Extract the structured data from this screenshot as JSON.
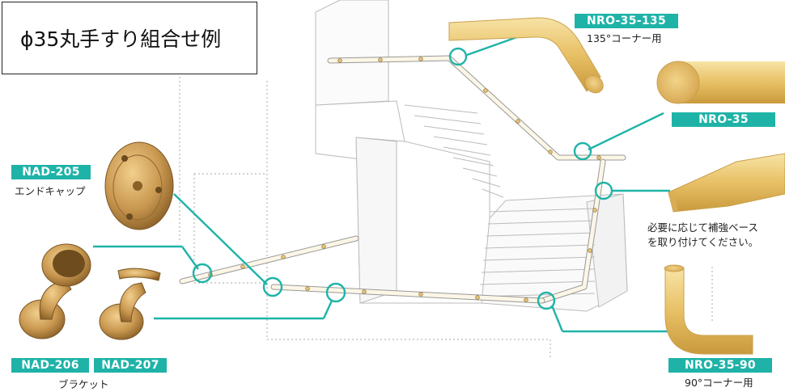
{
  "title": "ϕ35丸手すり組合せ例",
  "parts": {
    "nro35_135": {
      "code": "NRO-35-135",
      "desc": "135°コーナー用"
    },
    "nro35": {
      "code": "NRO-35"
    },
    "base_note": {
      "line1": "必要に応じて補強ベース",
      "line2": "を取り付けてください。"
    },
    "nro35_90": {
      "code": "NRO-35-90",
      "desc": "90°コーナー用"
    },
    "nad205": {
      "code": "NAD-205",
      "desc": "エンドキャップ"
    },
    "nad206": {
      "code": "NAD-206"
    },
    "nad207": {
      "code": "NAD-207"
    },
    "bracket": {
      "desc": "ブラケット"
    }
  },
  "colors": {
    "accent": "#1fb3a8",
    "wood": "#e8c36a",
    "brass": "#c8974f"
  }
}
